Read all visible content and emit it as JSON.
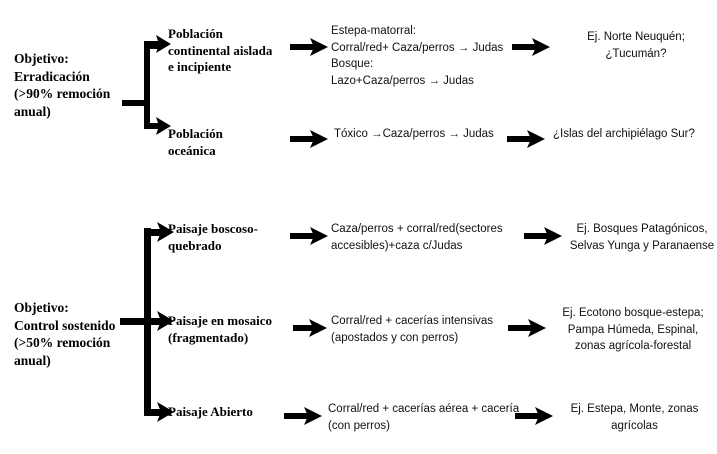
{
  "diagram": {
    "title_semantic": "estrategias-de-manejo-flowchart",
    "background_color": "#ffffff",
    "ink_color": "#000000",
    "groups": [
      {
        "id": "erradicacion",
        "objective": "Objetivo:\nErradicación\n(>90% remoción\nanual)",
        "rows": [
          {
            "id": "poblacion-continental",
            "node": "Población\ncontinental aislada\ne incipiente",
            "method": "Estepa-matorral:\nCorral/red+ Caza/perros → Judas\nBosque:\nLazo+Caza/perros  →  Judas",
            "example": "Ej. Norte Neuquén;\n¿Tucumán?"
          },
          {
            "id": "poblacion-oceanica",
            "node": "Población\noceánica",
            "method": "Tóxico →Caza/perros  →  Judas",
            "example": "¿Islas del archipiélago Sur?"
          }
        ]
      },
      {
        "id": "control-sostenido",
        "objective": "Objetivo:\nControl sostenido\n(>50% remoción\nanual)",
        "rows": [
          {
            "id": "paisaje-boscoso-quebrado",
            "node": "Paisaje boscoso-\nquebrado",
            "method": "Caza/perros + corral/red(sectores\naccesibles)+caza c/Judas",
            "example": "Ej. Bosques Patagónicos,\nSelvas Yunga y Paranaense"
          },
          {
            "id": "paisaje-en-mosaico",
            "node": "Paisaje en mosaico\n(fragmentado)",
            "method": "Corral/red + cacerías intensivas\n(apostados y con perros)",
            "example": "Ej. Ecotono bosque-estepa;\nPampa Húmeda, Espinal,\nzonas agrícola-forestal"
          },
          {
            "id": "paisaje-abierto",
            "node": "Paisaje Abierto",
            "method": "Corral/red + cacerías aérea + cacería\n(con perros)",
            "example": "Ej. Estepa, Monte, zonas\nagrícolas"
          }
        ]
      }
    ],
    "connector_icons": {
      "branch_bracket": "branch-bracket-arrow-icon",
      "flow_arrow": "right-arrow-icon"
    }
  }
}
